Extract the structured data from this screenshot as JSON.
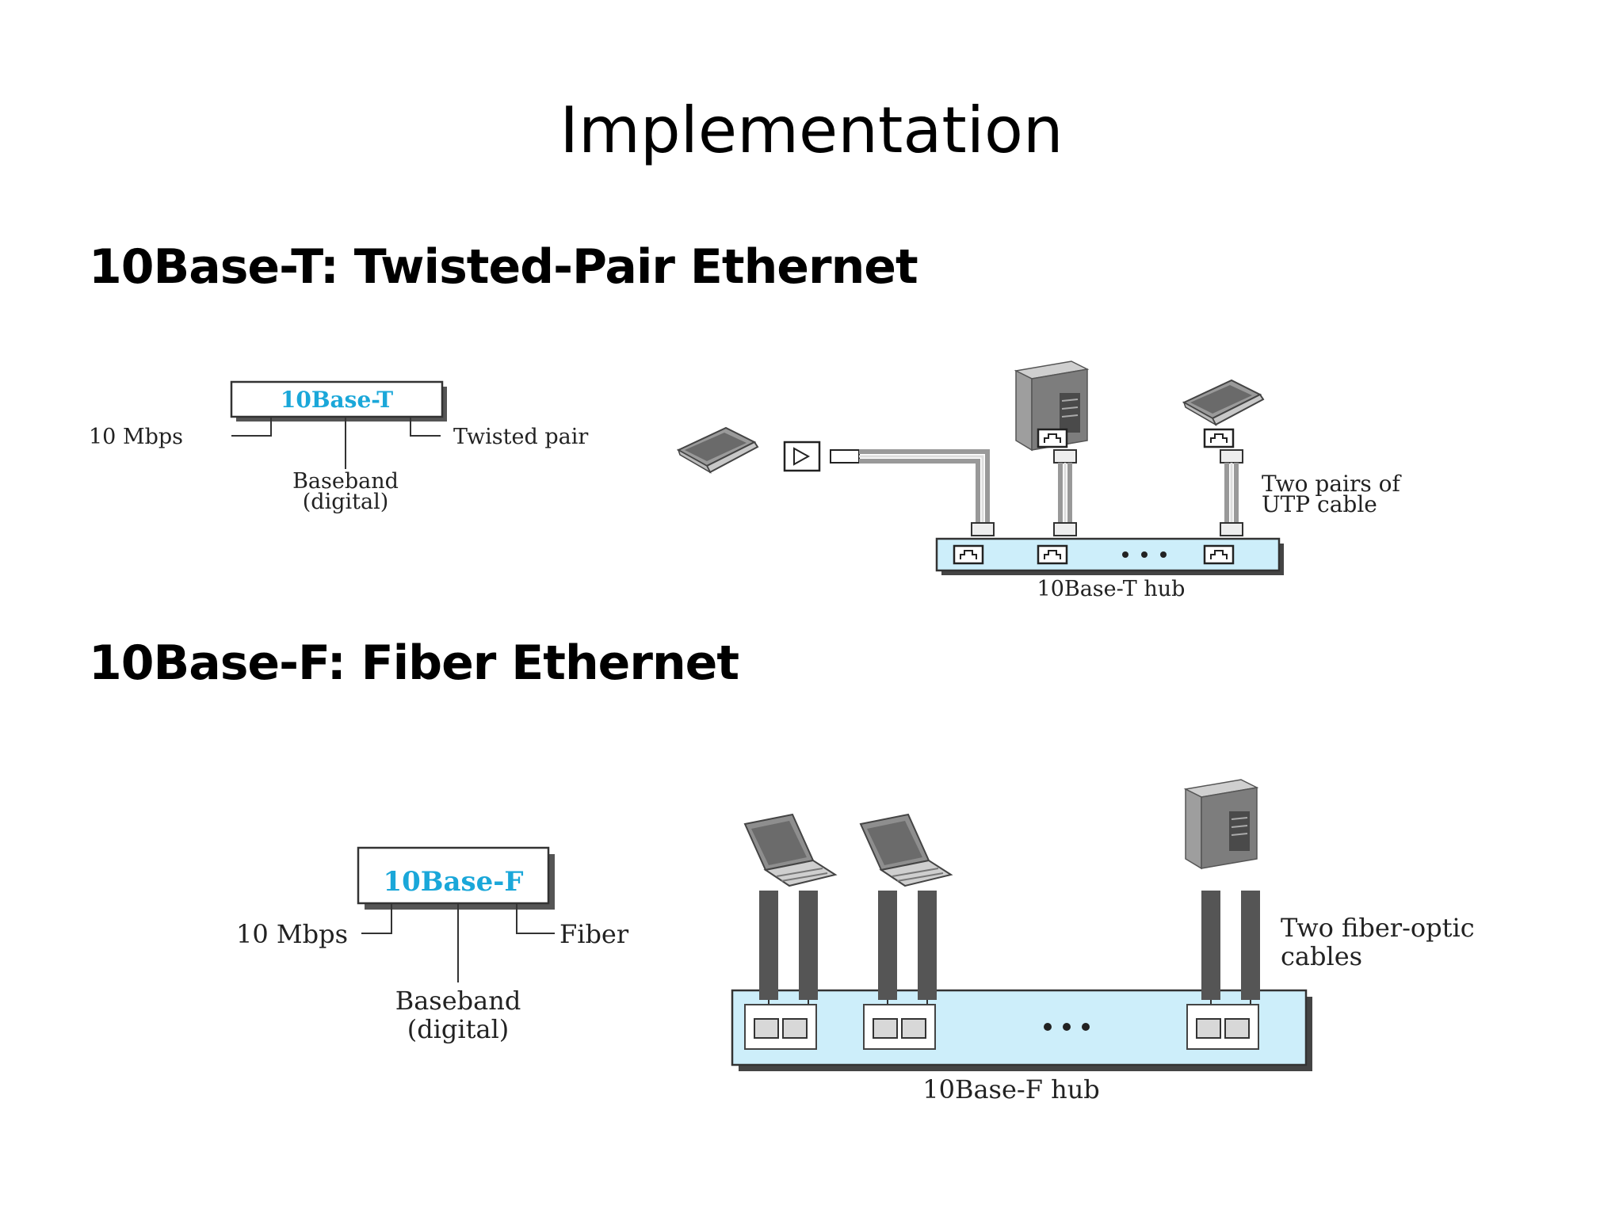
{
  "slide": {
    "title": "Implementation",
    "heading_t": "10Base-T: Twisted-Pair Ethernet",
    "heading_f": "10Base-F: Fiber Ethernet"
  },
  "diagram_t": {
    "box_label": "10Base-T",
    "rate": "10 Mbps",
    "medium": "Twisted pair",
    "signal_line1": "Baseband",
    "signal_line2": "(digital)",
    "cable_note_line1": "Two pairs of",
    "cable_note_line2": "UTP cable",
    "hub_label": "10Base-T hub"
  },
  "diagram_f": {
    "box_label": "10Base-F",
    "rate": "10 Mbps",
    "medium": "Fiber",
    "signal_line1": "Baseband",
    "signal_line2": "(digital)",
    "cable_note_line1": "Two fiber-optic",
    "cable_note_line2": "cables",
    "hub_label": "10Base-F  hub"
  },
  "colors": {
    "hub_fill": "#cdeefa",
    "label_blue": "#1aa7d9",
    "fiber_gray": "#555555"
  }
}
